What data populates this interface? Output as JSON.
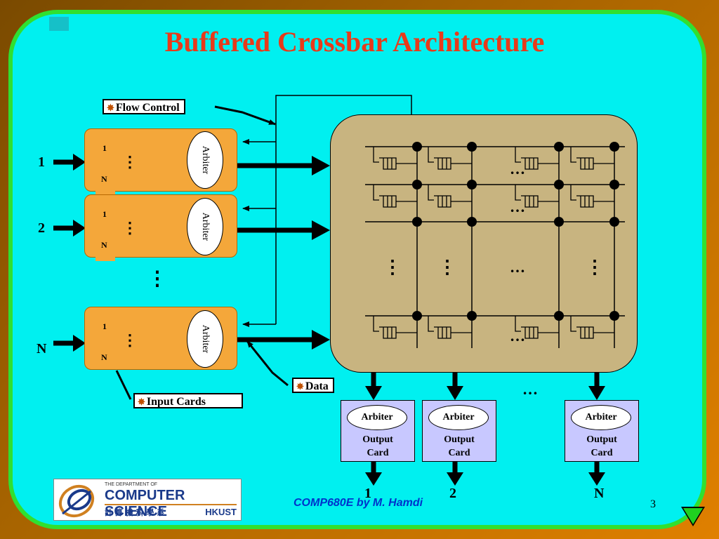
{
  "slide": {
    "title": "Buffered Crossbar  Architecture",
    "footer": "COMP680E by M. Hamdi",
    "page_number": "3"
  },
  "labels": {
    "flow_control": "Flow Control",
    "data": "Data",
    "input_cards": "Input Cards"
  },
  "input_cards": [
    {
      "port_label": "1",
      "queue_top": "1",
      "queue_bottom": "N",
      "arbiter": "Arbiter"
    },
    {
      "port_label": "2",
      "queue_top": "1",
      "queue_bottom": "N",
      "arbiter": "Arbiter"
    },
    {
      "port_label": "N",
      "queue_top": "1",
      "queue_bottom": "N",
      "arbiter": "Arbiter"
    }
  ],
  "output_cards": [
    {
      "arbiter": "Arbiter",
      "line1": "Output",
      "line2": "Card",
      "port_label": "1"
    },
    {
      "arbiter": "Arbiter",
      "line1": "Output",
      "line2": "Card",
      "port_label": "2"
    },
    {
      "arbiter": "Arbiter",
      "line1": "Output",
      "line2": "Card",
      "port_label": "N"
    }
  ],
  "ellipsis": "…",
  "vertical_ellipsis": "⋮",
  "logo": {
    "dept": "THE DEPARTMENT OF",
    "name": "COMPUTER SCIENCE",
    "chinese": "計 算 機 科 學 系",
    "school": "HKUST"
  },
  "colors": {
    "background": "#00f0f0",
    "border": "#30e030",
    "title": "#e83a1a",
    "input_card": "#f4a73a",
    "crossbar": "#c8b480",
    "output_card": "#c8c8ff",
    "footer": "#0033cc"
  },
  "icons": {
    "label_bullet": "star-burst-icon",
    "next_slide": "green-down-triangle-icon"
  }
}
